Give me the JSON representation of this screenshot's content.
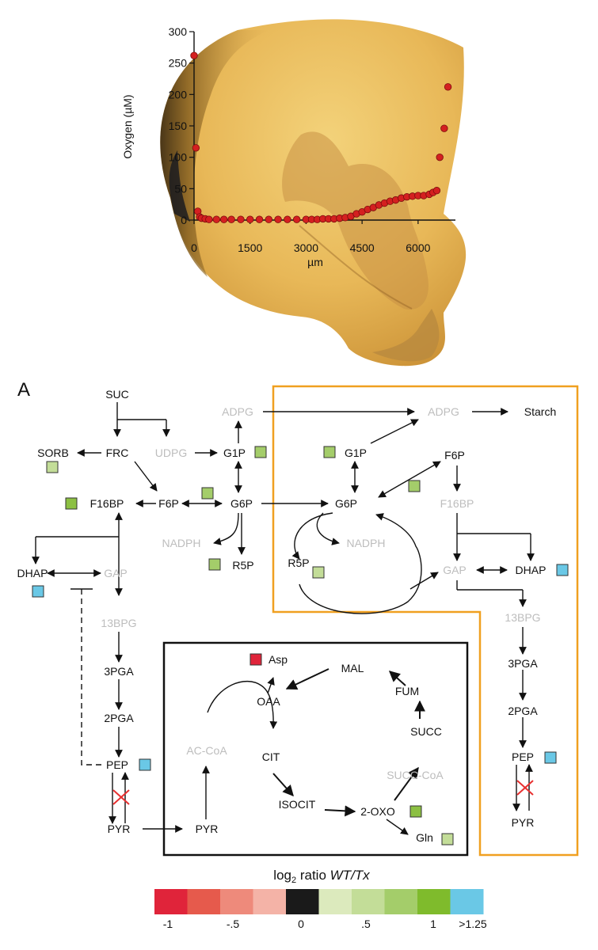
{
  "panel_label": "A",
  "chart_data": {
    "type": "scatter",
    "title": "",
    "xlabel": "µm",
    "ylabel": "Oxygen (µM)",
    "xlim": [
      0,
      7000
    ],
    "ylim": [
      0,
      300
    ],
    "x_ticks": [
      "0",
      "1500",
      "3000",
      "4500",
      "6000"
    ],
    "y_ticks": [
      "0",
      "50",
      "100",
      "150",
      "200",
      "250",
      "300"
    ],
    "grid": false,
    "series": [
      {
        "color": "#d42020",
        "points": [
          [
            0,
            262
          ],
          [
            50,
            115
          ],
          [
            100,
            14
          ],
          [
            150,
            5
          ],
          [
            200,
            3
          ],
          [
            300,
            2
          ],
          [
            400,
            1
          ],
          [
            600,
            1
          ],
          [
            800,
            1
          ],
          [
            1000,
            1
          ],
          [
            1250,
            1
          ],
          [
            1500,
            1
          ],
          [
            1750,
            1
          ],
          [
            2000,
            1
          ],
          [
            2250,
            1
          ],
          [
            2500,
            1
          ],
          [
            2750,
            1
          ],
          [
            3000,
            1
          ],
          [
            3150,
            1
          ],
          [
            3300,
            1
          ],
          [
            3450,
            2
          ],
          [
            3600,
            2
          ],
          [
            3750,
            2
          ],
          [
            3900,
            3
          ],
          [
            4050,
            4
          ],
          [
            4200,
            6
          ],
          [
            4350,
            10
          ],
          [
            4500,
            13
          ],
          [
            4650,
            17
          ],
          [
            4800,
            20
          ],
          [
            4950,
            24
          ],
          [
            5100,
            27
          ],
          [
            5250,
            30
          ],
          [
            5400,
            32
          ],
          [
            5550,
            35
          ],
          [
            5700,
            37
          ],
          [
            5850,
            38
          ],
          [
            6000,
            39
          ],
          [
            6150,
            39
          ],
          [
            6300,
            41
          ],
          [
            6400,
            44
          ],
          [
            6500,
            47
          ],
          [
            6580,
            100
          ],
          [
            6700,
            146
          ],
          [
            6800,
            212
          ]
        ]
      }
    ]
  },
  "diagram": {
    "metabolites": {
      "suc": "SUC",
      "frc": "FRC",
      "udpg": "UDPG",
      "sorb": "SORB",
      "adpg1": "ADPG",
      "adpg2": "ADPG",
      "starch": "Starch",
      "g1p1": "G1P",
      "g1p2": "G1P",
      "f16bp1": "F16BP",
      "f6p1": "F6P",
      "g6p1": "G6P",
      "g6p2": "G6P",
      "f6p2": "F6P",
      "f16bp2": "F16BP",
      "nadph1": "NADPH",
      "nadph2": "NADPH",
      "r5p1": "R5P",
      "r5p2": "R5P",
      "dhap1": "DHAP",
      "gap1": "GAP",
      "gap2": "GAP",
      "dhap2": "DHAP",
      "bpg1": "13BPG",
      "bpg2": "13BPG",
      "pga3a": "3PGA",
      "pga3b": "3PGA",
      "pga2a": "2PGA",
      "pga2b": "2PGA",
      "pep1": "PEP",
      "pep2": "PEP",
      "pyr1": "PYR",
      "pyr2": "PYR",
      "pyr3": "PYR",
      "asp": "Asp",
      "mal": "MAL",
      "oaa": "OAA",
      "fum": "FUM",
      "cit": "CIT",
      "succ": "SUCC",
      "acoa": "AC-CoA",
      "succoa": "SUCC-CoA",
      "isocit": "ISOCIT",
      "oxo": "2-OXO",
      "gln": "Gln"
    },
    "colors": {
      "square_light_green": "#c3dd98",
      "square_green": "#8cc043",
      "square_blue": "#6ac8e6",
      "square_red": "#e0243a",
      "compartment_border": "#f0a020",
      "undetected_text": "#bdbdbd",
      "inhibited_mark": "#e83030"
    }
  },
  "legend": {
    "title_prefix": "log",
    "title_sub": "2",
    "title_mid": " ratio ",
    "title_italic": "WT/Tx",
    "swatches": [
      "#e0243a",
      "#e65a4c",
      "#ee8a7b",
      "#f4b3a7",
      "#1a1a1a",
      "#dceabd",
      "#c3dd98",
      "#a4cd6a",
      "#7fbb2c",
      "#6ac8e6"
    ],
    "labels": [
      "-1",
      "-.5",
      "0",
      ".5",
      "1",
      ">1.25"
    ]
  }
}
